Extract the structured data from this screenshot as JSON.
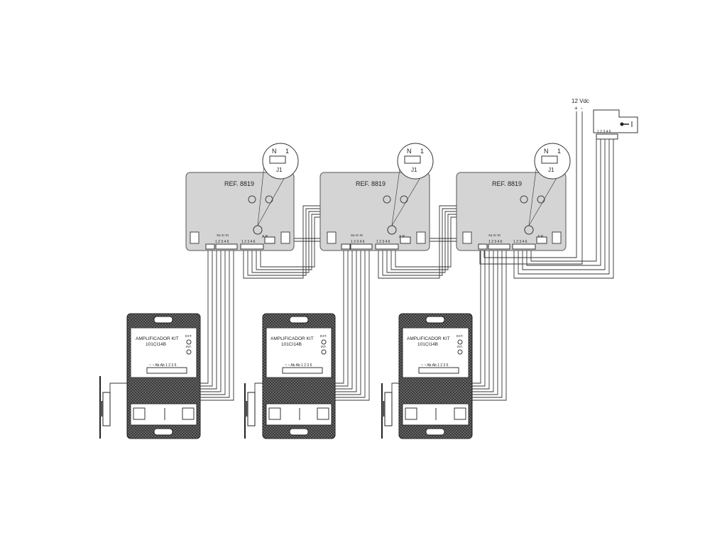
{
  "modules": [
    {
      "ref": "REF. 8819",
      "jumper_n": "N",
      "jumper_1": "1",
      "jumper_label": "J1",
      "terms_a": "1 2 3 4 6",
      "terms_b": "1 2 3 4 6",
      "left_group": "Xa Xr Xt",
      "ar": "A  R"
    },
    {
      "ref": "REF. 8819",
      "jumper_n": "N",
      "jumper_1": "1",
      "jumper_label": "J1",
      "terms_a": "1 2 3 4 6",
      "terms_b": "1 2 3 4 6",
      "left_group": "Xa Xr Xt",
      "ar": "A  R"
    },
    {
      "ref": "REF. 8819",
      "jumper_n": "N",
      "jumper_1": "1",
      "jumper_label": "J1",
      "terms_a": "1 2 3 4 6",
      "terms_b": "1 2 3 4 6",
      "left_group": "Xa Xr Xt",
      "ar": "A  R"
    }
  ],
  "amplifiers": [
    {
      "title": "AMPLIFICADOR KIT",
      "model": "101CI14B",
      "ext": "EXT.",
      "int": "INT.",
      "terms": "~ ~ Ab Ab 1 2 3 6"
    },
    {
      "title": "AMPLIFICADOR KIT",
      "model": "101CI14B",
      "ext": "EXT.",
      "int": "INT.",
      "terms": "~ ~ Ab Ab 1 2 3 6"
    },
    {
      "title": "AMPLIFICADOR KIT",
      "model": "101CI14B",
      "ext": "EXT.",
      "int": "INT.",
      "terms": "~ ~ Ab Ab 1 2 3 6"
    }
  ],
  "power": {
    "label": "12 Vdc",
    "plus": "+",
    "minus": "-"
  },
  "monitor": {
    "terms": "1 2 3 4 6"
  }
}
